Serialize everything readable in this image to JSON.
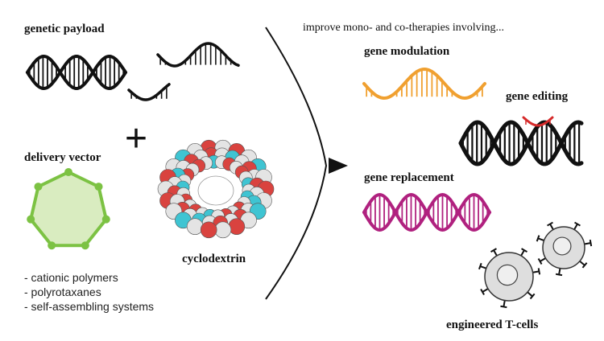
{
  "left": {
    "genetic_payload_label": "genetic payload",
    "delivery_vector_label": "delivery vector",
    "cyclodextrin_label": "cyclodextrin",
    "plus_symbol": "+",
    "vector_types": [
      "- cationic polymers",
      "- polyrotaxanes",
      "- self-assembling systems"
    ]
  },
  "right": {
    "header": "improve mono- and co-therapies involving...",
    "gene_modulation_label": "gene modulation",
    "gene_editing_label": "gene editing",
    "gene_replacement_label": "gene replacement",
    "engineered_tcells_label": "engineered T-cells"
  },
  "colors": {
    "black_dna": "#111111",
    "modulation": "#f0a030",
    "editing": "#d62a2a",
    "replacement": "#b0217f",
    "vector_fill": "#d9ecc0",
    "vector_stroke": "#7cc243",
    "oxygen": "#d9433f",
    "carbon": "#3fc4d2",
    "hydrogen": "#e4e4e4",
    "cell_fill": "#dedede"
  }
}
